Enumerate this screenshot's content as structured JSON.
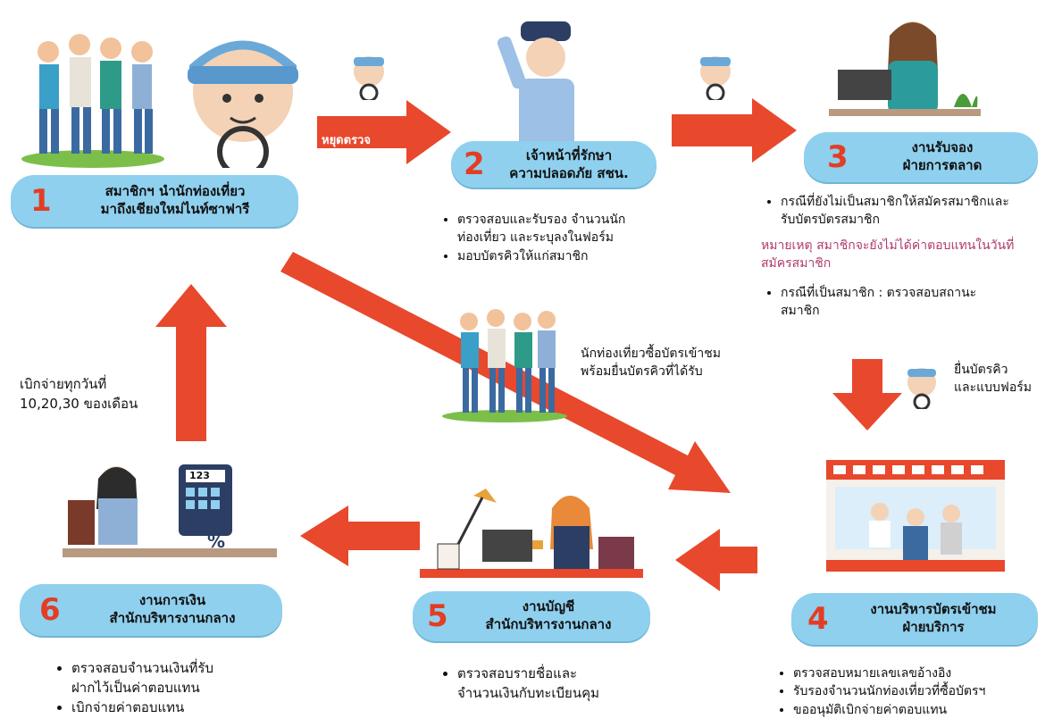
{
  "steps": [
    {
      "num": "1",
      "line1": "สมาชิกฯ นำนักท่องเที่ยว",
      "line2": "มาถึงเชียงใหม่ไนท์ซาฟารี"
    },
    {
      "num": "2",
      "line1": "เจ้าหน้าที่รักษา",
      "line2": "ความปลอดภัย สชน."
    },
    {
      "num": "3",
      "line1": "งานรับจอง",
      "line2": "ฝ่ายการตลาด"
    },
    {
      "num": "4",
      "line1": "งานบริหารบัตรเข้าชม",
      "line2": "ฝ่ายบริการ"
    },
    {
      "num": "5",
      "line1": "งานบัญชี",
      "line2": "สำนักบริหารงานกลาง"
    },
    {
      "num": "6",
      "line1": "งานการเงิน",
      "line2": "สำนักบริหารงานกลาง"
    }
  ],
  "step2_bullets": [
    "ตรวจสอบและรับรอง จำนวนนัก",
    "ท่องเที่ยว และระบุลงในฟอร์ม",
    "มอบบัตรคิวให้แก่สมาชิก"
  ],
  "step3_bullets": [
    "กรณีที่ยังไม่เป็นสมาชิกให้สมัครสมาชิกและ",
    "รับบัตรบัตรสมาชิก",
    "กรณีที่เป็นสมาชิก : ตรวจสอบสถานะ",
    "สมาชิก"
  ],
  "step3_note": [
    "หมายเหตุ สมาชิกจะยังไม่ได้ค่าตอบแทนในวันที่",
    "สมัครสมาชิก"
  ],
  "step4_bullets": [
    "ตรวจสอบหมายเลขเลขอ้างอิง",
    "รับรองจำนวนนักท่องเที่ยวที่ซื้อบัตรฯ",
    "ขออนุมัติเบิกจ่ายค่าตอบแทน"
  ],
  "step5_bullets": [
    "ตรวจสอบรายชื่อและ",
    "จำนวนเงินกับทะเบียนคุม"
  ],
  "step6_bullets": [
    "ตรวจสอบจำนวนเงินที่รับ",
    "ฝากไว้เป็นค่าตอบแทน",
    "เบิกจ่ายค่าตอบแทน"
  ],
  "labels": {
    "stop_check": "หยุดตรวจ",
    "tourists_buy": [
      "นักท่องเที่ยวซื้อบัตรเข้าชม",
      "พร้อมยื่นบัตรคิวที่ได้รับ"
    ],
    "submit_queue": [
      "ยื่นบัตรคิว",
      "และแบบฟอร์ม"
    ],
    "payout": [
      "เบิกจ่ายทุกวันที่",
      "10,20,30 ของเดือน"
    ],
    "calc_display": "123",
    "percent": "%"
  },
  "colors": {
    "pill": "#8fd0ee",
    "arrow": "#e8482c",
    "number": "#e33d24",
    "note": "#b03a6d"
  }
}
